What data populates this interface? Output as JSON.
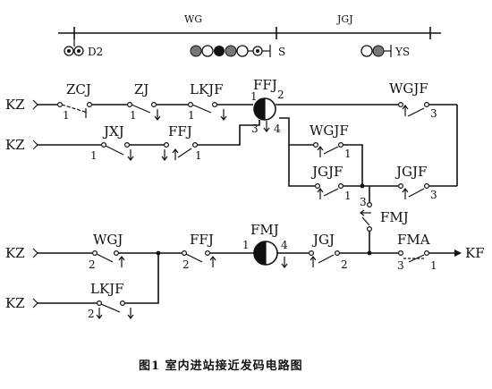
{
  "diagram": {
    "caption": "图1   室内进站接近发码电路图",
    "top_bar": {
      "left_section": "WG",
      "right_section": "JGJ"
    },
    "signals": {
      "d2": "D2",
      "s": "S",
      "ys": "YS"
    },
    "inputs": [
      "KZ",
      "KZ",
      "KZ",
      "KZ"
    ],
    "output": "KF",
    "relays": {
      "zcj": "ZCJ",
      "zj": "ZJ",
      "lkjf_top": "LKJF",
      "ffj_coil": "FFJ",
      "wgjf_top": "WGJF",
      "jxj": "JXJ",
      "ffj_row2": "FFJ",
      "wgjf_mid": "WGJF",
      "jgjf_mid": "JGJF",
      "jgjf_right": "JGJF",
      "fmj_contact": "FMJ",
      "wgj": "WGJ",
      "ffj_row4": "FFJ",
      "fmj_coil": "FMJ",
      "jgj": "JGJ",
      "fma": "FMA",
      "lkjf_bottom": "LKJF"
    },
    "terminals": {
      "zcj": "1",
      "zj": "1",
      "lkjf_top": "1",
      "ffj_t1": "1",
      "ffj_t2": "2",
      "ffj_t3": "3",
      "ffj_t4": "4",
      "wgjf_top": "3",
      "jxj": "1",
      "ffj_row2": "1",
      "wgjf_mid": "1",
      "jgjf_mid": "1",
      "jgjf_right": "3",
      "fmj_contact": "3",
      "wgj": "2",
      "ffj_row4": "2",
      "fmj_t1": "1",
      "fmj_t4": "4",
      "jgj": "2",
      "fma_a": "3",
      "fma_b": "1",
      "lkjf_bottom": "2"
    }
  }
}
